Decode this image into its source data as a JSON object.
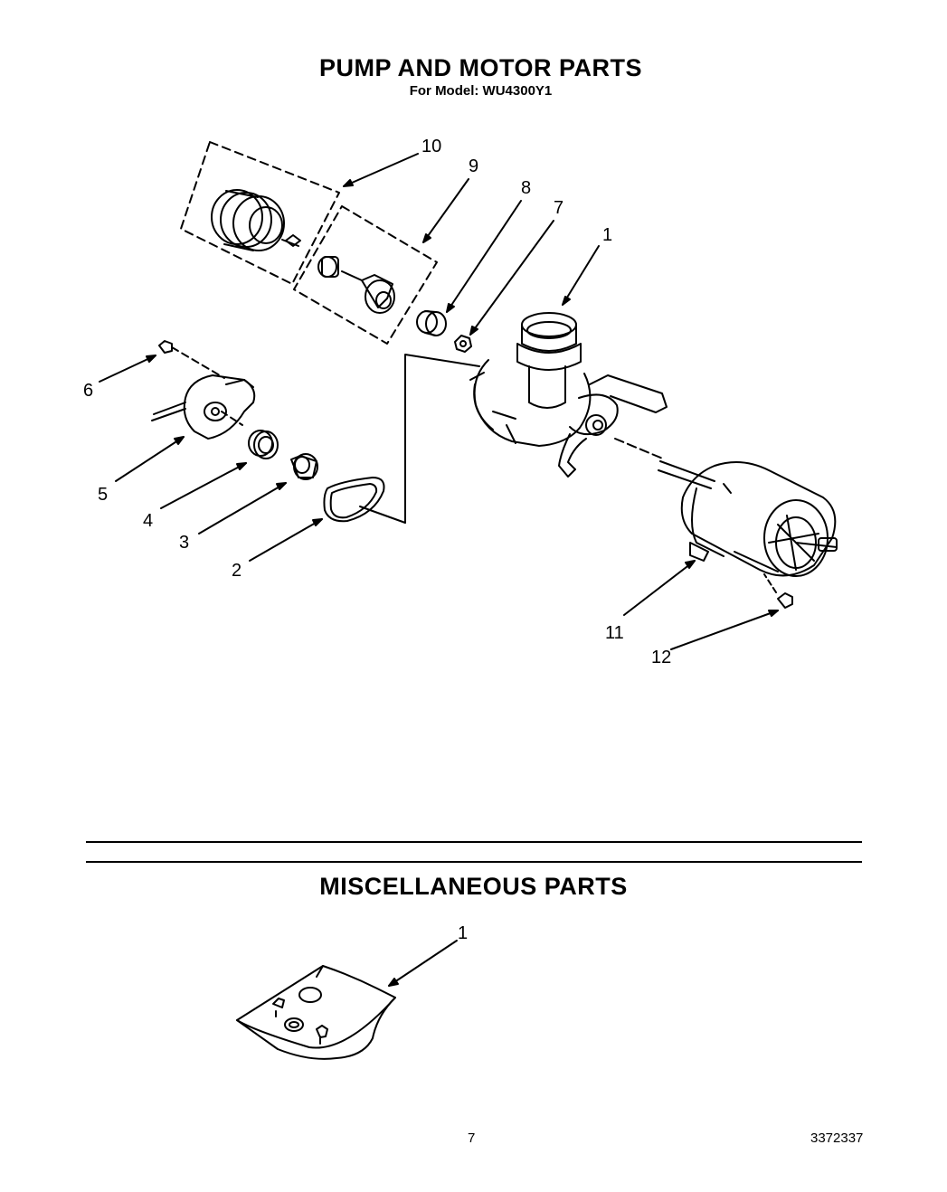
{
  "header": {
    "title": "PUMP AND MOTOR PARTS",
    "model_line": "For Model: WU4300Y1"
  },
  "pump_motor_diagram": {
    "callouts": [
      "10",
      "9",
      "8",
      "7",
      "1",
      "6",
      "5",
      "4",
      "3",
      "2",
      "11",
      "12"
    ]
  },
  "misc_section": {
    "title": "MISCELLANEOUS PARTS",
    "callouts": [
      "1"
    ]
  },
  "footer": {
    "page_number": "7",
    "doc_number": "3372337"
  }
}
